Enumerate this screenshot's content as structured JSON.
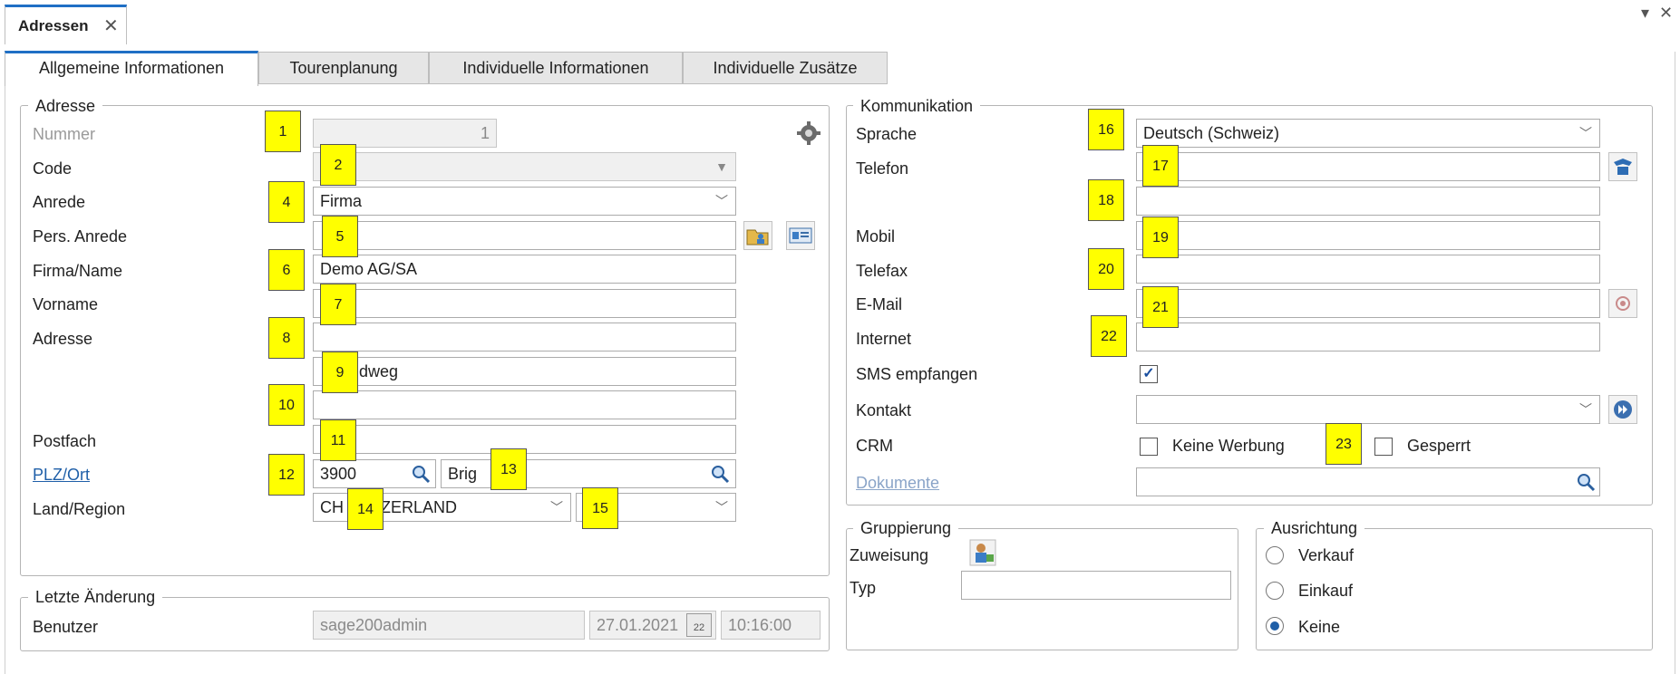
{
  "doc_tab": {
    "title": "Adressen",
    "close": "✕"
  },
  "window_controls": {
    "menu": "▾",
    "close": "✕"
  },
  "tabs": [
    "Allgemeine Informationen",
    "Tourenplanung",
    "Individuelle Informationen",
    "Individuelle Zusätze"
  ],
  "adresse": {
    "legend": "Adresse",
    "labels": {
      "nummer": "Nummer",
      "code": "Code",
      "anrede": "Anrede",
      "pers_anrede": "Pers. Anrede",
      "firma": "Firma/Name",
      "vorname": "Vorname",
      "adresse": "Adresse",
      "postfach": "Postfach",
      "plz_ort": "PLZ/Ort",
      "land": "Land/Region"
    },
    "values": {
      "nummer": "1",
      "code": "",
      "anrede": "Firma",
      "pers_anrede": "",
      "firma": "Demo AG/SA",
      "vorname": "",
      "adresse1": "",
      "adresse2": "dweg",
      "adresse3": "",
      "postfach": "",
      "plz": "3900",
      "ort": "Brig",
      "land": "CH     ITZERLAND",
      "region": ""
    }
  },
  "letzte": {
    "legend": "Letzte Änderung",
    "label": "Benutzer",
    "user": "sage200admin",
    "date": "27.01.2021",
    "time": "10:16:00",
    "calendar_day": "22"
  },
  "kommunikation": {
    "legend": "Kommunikation",
    "labels": {
      "sprache": "Sprache",
      "telefon": "Telefon",
      "mobil": "Mobil",
      "telefax": "Telefax",
      "email": "E-Mail",
      "internet": "Internet",
      "sms": "SMS empfangen",
      "kontakt": "Kontakt",
      "crm": "CRM",
      "dokumente": "Dokumente"
    },
    "values": {
      "sprache": "Deutsch (Schweiz)",
      "telefon": "",
      "telefon2": "",
      "mobil": "",
      "telefax": "",
      "email": "",
      "internet": "",
      "kontakt": "",
      "dokumente": ""
    },
    "sms_checked": true,
    "keine_werbung": "Keine Werbung",
    "gesperrt": "Gesperrt"
  },
  "gruppierung": {
    "legend": "Gruppierung",
    "zuweisung": "Zuweisung",
    "typ": "Typ",
    "typ_value": ""
  },
  "ausrichtung": {
    "legend": "Ausrichtung",
    "options": [
      "Verkauf",
      "Einkauf",
      "Keine"
    ],
    "selected": "Keine"
  },
  "markers": [
    "1",
    "2",
    "4",
    "5",
    "6",
    "7",
    "8",
    "9",
    "10",
    "11",
    "12",
    "13",
    "14",
    "15",
    "16",
    "17",
    "18",
    "19",
    "20",
    "21",
    "22",
    "23"
  ],
  "icons": {
    "settings": "gear-icon",
    "folder_person": "folder-person-icon",
    "address_card": "address-card-icon",
    "search": "magnifier-icon",
    "calendar": "calendar-icon",
    "phone": "phone-icon",
    "email_settings": "email-settings-icon",
    "forward": "forward-icon",
    "assign_user": "user-assign-icon"
  },
  "colors": {
    "accent": "#1f6fc5",
    "marker": "#ffff00",
    "link": "#1f5fa8",
    "check": "#1a4fa0"
  }
}
